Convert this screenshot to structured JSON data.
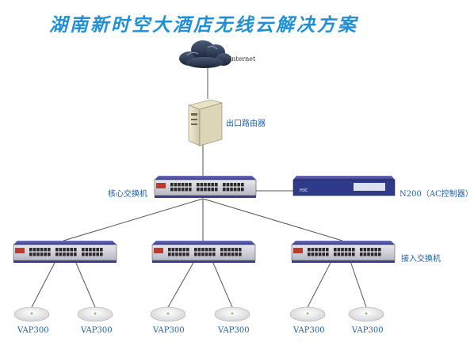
{
  "title": "湖南新时空大酒店无线云解决方案",
  "nodes": {
    "internet": "Internet",
    "router": "出口路由器",
    "core_switch": "核心交换机",
    "ac": "N200（AC控制器）",
    "access_switch": "接入交换机"
  },
  "ap_label": "VAP300",
  "colors": {
    "title": "#1f8fd8",
    "label": "#1a5fa8",
    "switch_body": "#3a3f8f",
    "line": "#555555"
  }
}
